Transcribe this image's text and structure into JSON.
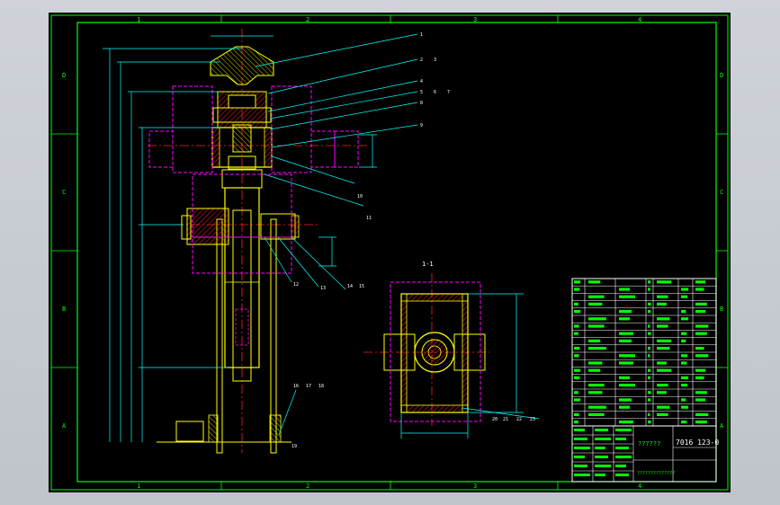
{
  "drawing": {
    "section_label": "1-1",
    "zone_columns": [
      "1",
      "2",
      "3",
      "4"
    ],
    "zone_rows": [
      "D",
      "C",
      "B",
      "A"
    ],
    "balloons": [
      "1",
      "2",
      "3",
      "4",
      "5",
      "6",
      "7",
      "8",
      "9",
      "10",
      "11",
      "12",
      "13",
      "14",
      "15",
      "16",
      "17",
      "18",
      "19",
      "20",
      "21",
      "22",
      "23"
    ]
  },
  "title_block": {
    "drawing_number": "7016 123-0",
    "drawing_title": "??????",
    "company": "??????????????"
  },
  "colors": {
    "frame": "#00ff00",
    "geometry": "#ffff00",
    "hidden": "#ff00ff",
    "center": "#ff2020",
    "leader": "#00ffff",
    "text": "#ffffff"
  }
}
